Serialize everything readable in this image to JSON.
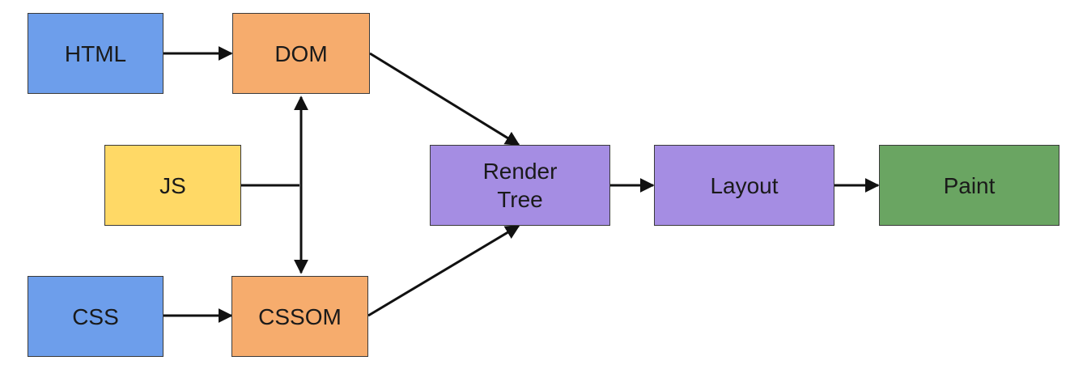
{
  "diagram": {
    "colors": {
      "source": "#6d9eeb",
      "object_model": "#f6ac6d",
      "script": "#ffd966",
      "pipeline": "#a58de3",
      "output": "#6aa562",
      "edge": "#111111"
    },
    "nodes": {
      "html": "HTML",
      "dom": "DOM",
      "js": "JS",
      "css": "CSS",
      "cssom": "CSSOM",
      "render_tree": "Render\nTree",
      "layout": "Layout",
      "paint": "Paint"
    }
  }
}
